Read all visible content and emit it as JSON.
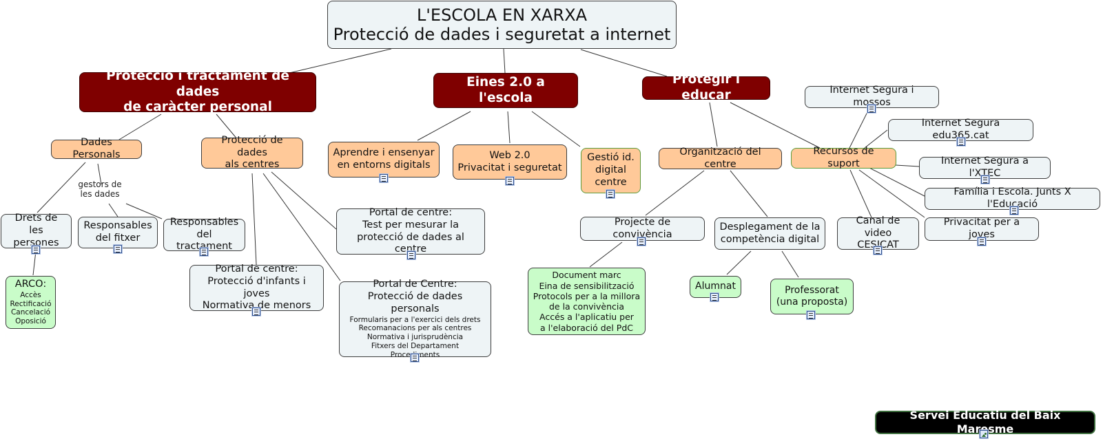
{
  "root": {
    "title": "L'ESCOLA EN XARXA",
    "subtitle": "Protecció de dades i seguretat a internet"
  },
  "branches": {
    "proteccio": {
      "line1": "Protecció i tractament de dades",
      "line2": "de caràcter personal"
    },
    "eines": {
      "label": "Eines 2.0 a l'escola"
    },
    "protegir": {
      "label": "Protegir i educar"
    }
  },
  "proteccio": {
    "dades_personals": "Dades Personals",
    "proteccio_centres": {
      "line1": "Protecció de dades",
      "line2": "als centres"
    },
    "gestors": {
      "line1": "gestors de",
      "line2": "les dades"
    },
    "drets": {
      "line1": "Drets de",
      "line2": "les persones"
    },
    "resp_fitxer": {
      "line1": "Responsables",
      "line2": "del fitxer"
    },
    "resp_tractament": {
      "line1": "Responsables",
      "line2": "del tractament"
    },
    "arco": {
      "title": "ARCO:",
      "items": [
        "Accès",
        "Rectificació",
        "Cancelació",
        "Oposició"
      ]
    },
    "portal_test": {
      "line1": "Portal de centre:",
      "line2": "Test per mesurar la",
      "line3": "protecció de dades al centre"
    },
    "portal_infants": {
      "line1": "Portal de centre:",
      "line2": "Protecció d'infants i joves",
      "line3": "Normativa de menors"
    },
    "portal_dades": {
      "line1": "Portal de Centre:",
      "line2": "Protecció de dades personals",
      "items": [
        "Formularis per a l'exercici dels drets",
        "Recomanacions per als centres",
        "Normativa i jurisprudència",
        "Fitxers del Departament",
        "Procediments"
      ]
    }
  },
  "eines": {
    "aprendre": {
      "line1": "Aprendre i ensenyar",
      "line2": "en entorns digitals"
    },
    "web20": {
      "line1": "Web 2.0",
      "line2": "Privacitat i  seguretat"
    },
    "gestio": {
      "line1": "Gestió id.",
      "line2": "digital",
      "line3": "centre"
    }
  },
  "protegir": {
    "organitzacio": "Organització del centre",
    "recursos": "Recursos de suport",
    "projecte": "Projecte de convivència",
    "desplegament": {
      "line1": "Desplegament de la",
      "line2": "competència digital"
    },
    "document": {
      "items": [
        "Document marc",
        "Eina de sensibilització",
        "Protocols per a la millora",
        "de la convivència",
        "Accés a l'aplicatiu per",
        "a l'elaboració del PdC"
      ]
    },
    "alumnat": "Alumnat",
    "professorat": {
      "line1": "Professorat",
      "line2": "(una proposta)"
    },
    "internet_mossos": "Internet Segura i mossos",
    "internet_edu365": "Internet Segura edu365.cat",
    "internet_xtec": "Internet Segura a l'XTEC",
    "familia": "Família i Escola. Junts X l'Educació",
    "canal": {
      "line1": "Canal de video",
      "line2": "CESICAT"
    },
    "privacitat": "Privacitat per a joves"
  },
  "footer": {
    "label": "Servei Educatiu del Baix Maresme"
  },
  "colors": {
    "branch": "#7f0000",
    "orange": "#ffc999",
    "blue": "#eef4f6",
    "green": "#c9fcc9",
    "black": "#000000"
  },
  "icons": {
    "resource": "document-icon",
    "footer": "image-icon"
  }
}
